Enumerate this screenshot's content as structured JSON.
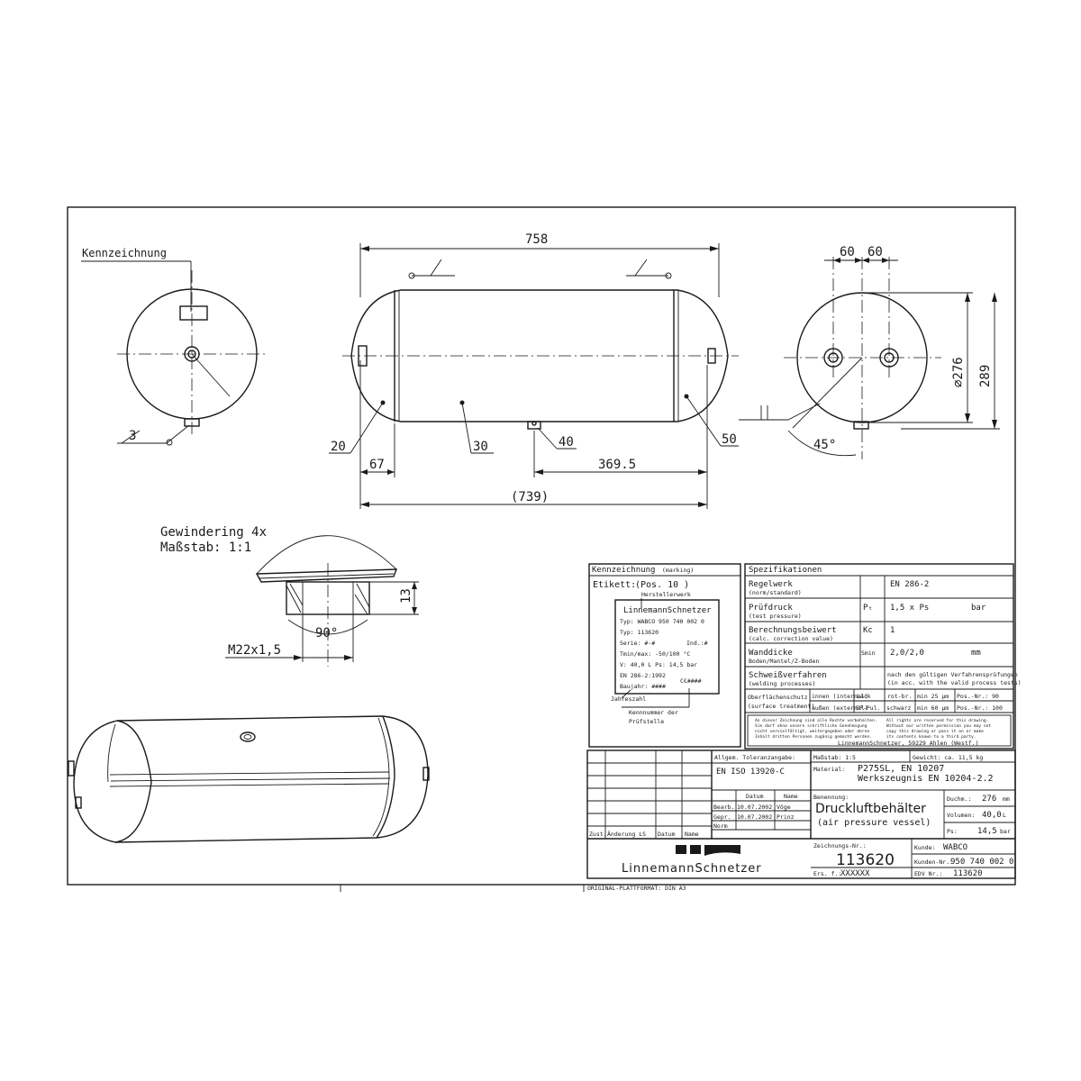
{
  "views": {
    "left_label": "Kennzeichnung",
    "left_dim": "3",
    "front": {
      "d_total": "758",
      "d_left": "67",
      "d_right": "369.5",
      "d_overall": "(739)",
      "pos20": "20",
      "pos30": "30",
      "pos40": "40",
      "pos50": "50"
    },
    "right": {
      "d60a": "60",
      "d60b": "60",
      "d_diam": "⌀276",
      "d_height": "289",
      "angle": "45°"
    },
    "detail": {
      "title": "Gewindering 4x",
      "scale": "Maßstab:  1:1",
      "h": "13",
      "angle": "90°",
      "thread": "M22x1,5"
    }
  },
  "marking": {
    "header": "Kennzeichnung",
    "header_sub": "(marking)",
    "etikett": "Etikett:",
    "pos": "(Pos. 10 )",
    "hersteller": "Herstellerwerk",
    "label_lines": [
      "LinnemannSchnetzer",
      "Typ: WABCO 950 740 002 0",
      "Typ: 113620",
      "Serie: #-#",
      "Tmin/max: -50/100 °C",
      "V: 40,0 L    Ps: 14,5 bar",
      "EN 286-2:1992",
      "Baujahr: ####"
    ],
    "ind": "Ind.:#",
    "ce": "C€####",
    "jahreszahl": "Jahreszahl",
    "kennnummer1": "Kennnummer der",
    "kennnummer2": "Prüfstelle"
  },
  "spec": {
    "header": "Spezifikationen",
    "rows": [
      {
        "de": "Regelwerk",
        "en": "(norm/standard)",
        "sym": "",
        "val": "EN 286-2",
        "unit": ""
      },
      {
        "de": "Prüfdruck",
        "en": "(test pressure)",
        "sym": "Pₜ",
        "val": "1,5 x Ps",
        "unit": "bar"
      },
      {
        "de": "Berechnungsbeiwert",
        "en": "(calc. correction value)",
        "sym": "Kc",
        "val": "1",
        "unit": ""
      },
      {
        "de": "Wanddicke",
        "en": "Boden/Mantel/Z-Boden",
        "sym": "Smin",
        "val": "2,0/2,0",
        "unit": "mm"
      }
    ],
    "weld_de": "Schweißverfahren",
    "weld_en": "(welding processes)",
    "weld_val1": "nach den gültigen Verfahrensprüfungen",
    "weld_val2": "(in acc. with the valid process tests)",
    "surf_de": "Oberflächenschutz",
    "surf_en": "(surface treatment)",
    "innen": "innen (internal)",
    "aussen": "außen (external)",
    "lack": "Lack",
    "eppul": "EP-Pul.",
    "rotbr": "rot-br.",
    "schwarz": "schwarz",
    "min25": "min 25  µm",
    "min60": "min 60  µm",
    "posnr90": "Pos.-Nr.:  90",
    "posnr100": "Pos.-Nr.: 100",
    "rights_de": [
      "An dieser Zeichnung sind alle Rechte vorbehalten.",
      "Sie darf ohne unsere schriftliche Genehmigung",
      "nicht vervielfältigt, weitergegeben oder deren",
      "Inhalt dritten Personen zugänig gemacht werden."
    ],
    "rights_en": [
      "All rights are reserved for this drawing.",
      "Without our written permission you may not",
      "copy this drawing or pass it on or make",
      "its contents known to a third party."
    ],
    "address": "LinnemannSchnetzer, 59229 Ahlen (Westf.)"
  },
  "title_block": {
    "tol_label": "Allgem. Toleranzangabe:",
    "tol_val": "EN ISO 13920-C",
    "massstab": "Maßstab: 1:5",
    "gewicht": "Gewicht: ca. 11,5 kg",
    "material_label": "Material:",
    "material1": "P275SL, EN 10207",
    "material2": "Werkszeugnis EN 10204-2.2",
    "datum": "Datum",
    "name": "Name",
    "bearb": "Bearb.",
    "bearb_date": "10.07.2002",
    "bearb_name": "Vöge",
    "gepr": "Gepr.",
    "gepr_date": "10.07.2002",
    "gepr_name": "Prinz",
    "norm": "Norm",
    "zust": "Zust.",
    "aenderung": "Änderung LS",
    "datum2": "Datum",
    "name2": "Name",
    "benennung_label": "Benennung:",
    "benennung": "Druckluftbehälter",
    "benennung_en": "(air pressure vessel)",
    "durchm_label": "Duchm.:",
    "durchm": "276",
    "durchm_unit": "mm",
    "volumen_label": "Volumen:",
    "volumen": "40,0",
    "volumen_unit": "L",
    "ps_label": "Ps:",
    "ps": "14,5",
    "ps_unit": "bar",
    "zeichnung_label": "Zeichnungs-Nr.:",
    "zeichnung": "113620",
    "kunde_label": "Kunde:",
    "kunde": "WABCO",
    "kundennr_label": "Kunden-Nr.:",
    "kundennr": "950 740 002 0",
    "ersf_label": "Ers. f.:",
    "ersf": "XXXXXX",
    "edv_label": "EDV Nr.:",
    "edv": "113620",
    "company": "LinnemannSchnetzer",
    "original": "ORIGINAL-PLATTFORMAT: DIN A3"
  }
}
